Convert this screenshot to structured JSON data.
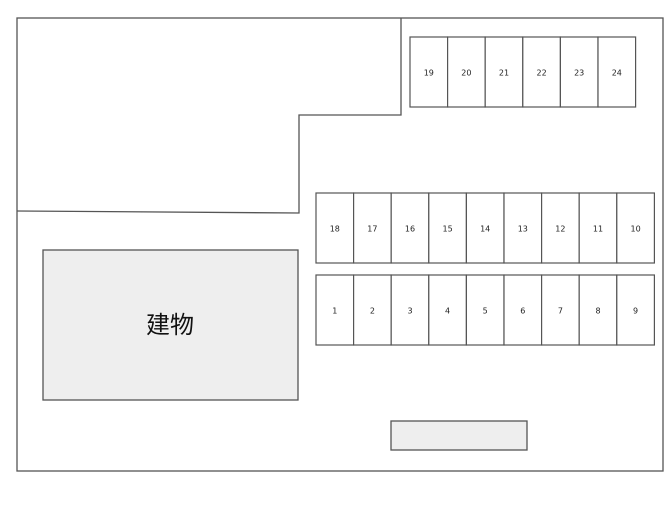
{
  "building": {
    "label": "建物"
  },
  "rows": [
    {
      "name": "top-row",
      "numbers": [
        "19",
        "20",
        "21",
        "22",
        "23",
        "24"
      ]
    },
    {
      "name": "middle-row",
      "numbers": [
        "18",
        "17",
        "16",
        "15",
        "14",
        "13",
        "12",
        "11",
        "10"
      ]
    },
    {
      "name": "bottom-row",
      "numbers": [
        "1",
        "2",
        "3",
        "4",
        "5",
        "6",
        "7",
        "8",
        "9"
      ]
    }
  ]
}
